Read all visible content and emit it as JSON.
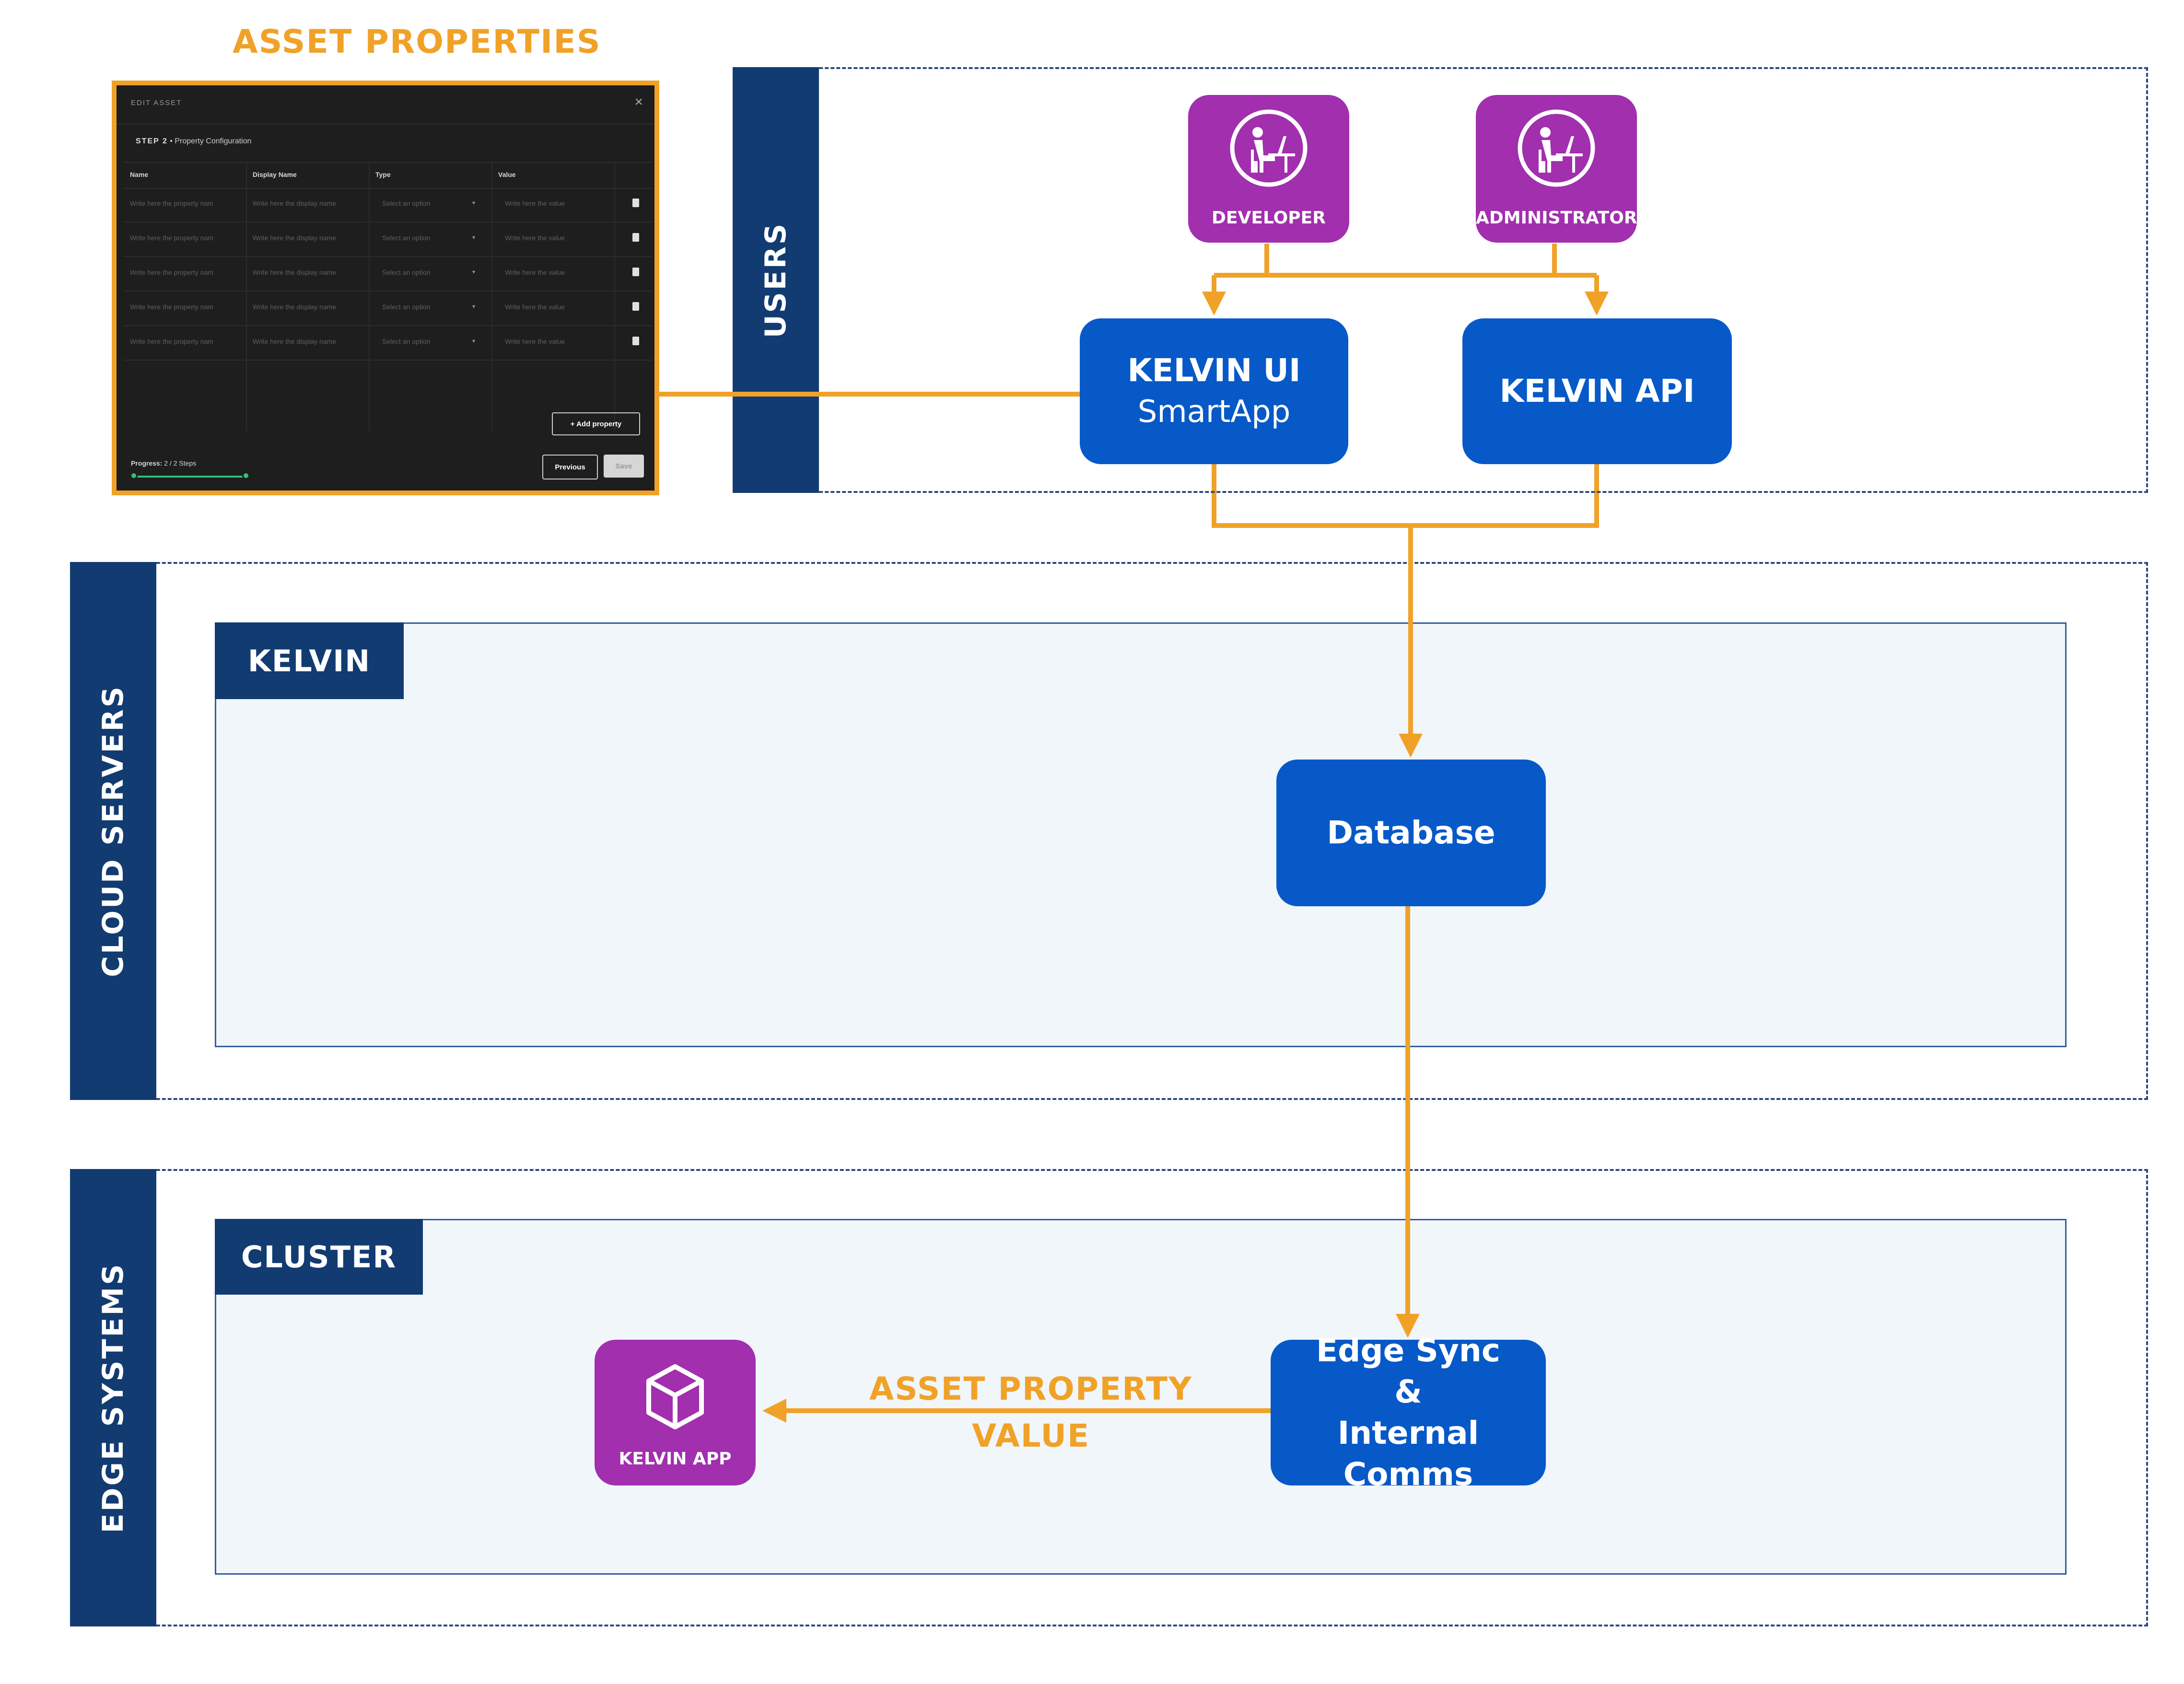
{
  "colors": {
    "zone_bar": "#123b72",
    "node": "#0759c8",
    "role": "#a12fae",
    "flow": "#f0a228",
    "inner_bg": "#f1f6fb"
  },
  "zones": {
    "users": "USERS",
    "cloud": "CLOUD SERVERS",
    "edge": "EDGE SYSTEMS"
  },
  "groups": {
    "kelvin": "KELVIN",
    "cluster": "CLUSTER"
  },
  "roles": {
    "developer": {
      "label": "DEVELOPER",
      "icon": "person-at-computer-icon"
    },
    "administrator": {
      "label": "ADMINISTRATOR",
      "icon": "person-at-computer-icon"
    },
    "app": {
      "label": "KELVIN APP",
      "icon": "cube-icon"
    }
  },
  "nodes": {
    "kelvin_ui_title": "KELVIN UI",
    "kelvin_ui_sub": "SmartApp",
    "kelvin_api": "KELVIN API",
    "database": "Database",
    "edge_line1": "Edge Sync",
    "edge_line2": "&",
    "edge_line3": "Internal Comms"
  },
  "labels": {
    "asset_properties": "ASSET PROPERTIES",
    "flow_line1": "ASSET PROPERTY",
    "flow_line2": "VALUE"
  },
  "screenshot": {
    "title": "EDIT ASSET",
    "step_label": "STEP 2",
    "step_bullet": "•",
    "step_name": "Property Configuration",
    "columns": [
      "Name",
      "Display Name",
      "Type",
      "Value"
    ],
    "rows": [
      {
        "name": "Write here the property nam",
        "display": "Write here the display name",
        "type": "Select an option",
        "value": "Write here the value"
      },
      {
        "name": "Write here the property nam",
        "display": "Write here the display name",
        "type": "Select an option",
        "value": "Write here the value"
      },
      {
        "name": "Write here the property nam",
        "display": "Write here the display name",
        "type": "Select an option",
        "value": "Write here the value"
      },
      {
        "name": "Write here the property nam",
        "display": "Write here the display name",
        "type": "Select an option",
        "value": "Write here the value"
      },
      {
        "name": "Write here the property nam",
        "display": "Write here the display name",
        "type": "Select an option",
        "value": "Write here the value"
      }
    ],
    "add_property": "+ Add property",
    "progress_label": "Progress:",
    "progress_value": "2 / 2 Steps",
    "progress_fraction": 1.0,
    "previous": "Previous",
    "save": "Save",
    "close_icon": "close-icon",
    "delete_icon": "trash-icon",
    "select_icon": "caret-down-icon"
  }
}
